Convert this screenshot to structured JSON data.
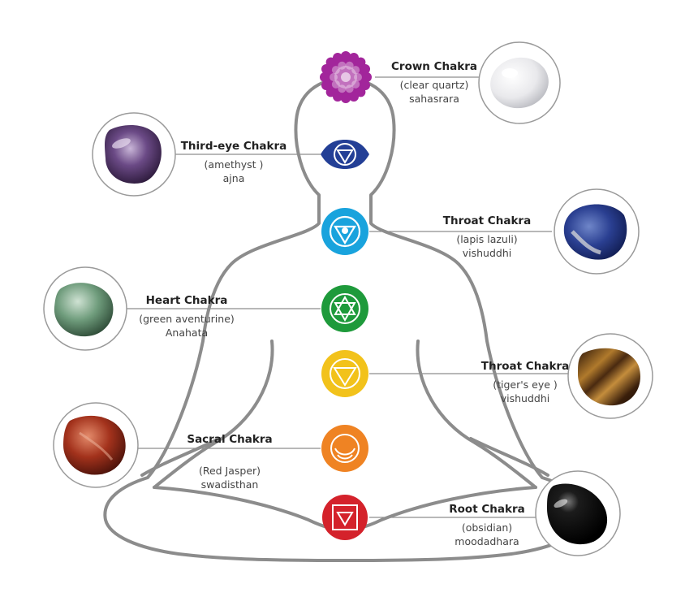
{
  "colors": {
    "crown": "#a2259b",
    "third_eye": "#233f96",
    "throat": "#19a3dd",
    "heart": "#1e9a3b",
    "solar": "#f2c21b",
    "sacral": "#ef8323",
    "root": "#d4222b",
    "outline": "#8c8c8c"
  },
  "chakras": [
    {
      "key": "crown",
      "title": "Crown Chakra",
      "stone": "(clear quartz)",
      "sanskrit": "sahasrara",
      "stone_icon": "clear-quartz-stone"
    },
    {
      "key": "third_eye",
      "title": "Third-eye Chakra",
      "stone": "(amethyst )",
      "sanskrit": "ajna",
      "stone_icon": "amethyst-stone"
    },
    {
      "key": "throat",
      "title": "Throat Chakra",
      "stone": "(lapis lazuli)",
      "sanskrit": "vishuddhi",
      "stone_icon": "lapis-lazuli-stone"
    },
    {
      "key": "heart",
      "title": "Heart Chakra",
      "stone": "(green aventurine)",
      "sanskrit": "Anahata",
      "stone_icon": "green-aventurine-stone"
    },
    {
      "key": "solar",
      "title": "Throat Chakra",
      "stone": "(tiger's eye )",
      "sanskrit": "vishuddhi",
      "stone_icon": "tigers-eye-stone"
    },
    {
      "key": "sacral",
      "title": "Sacral Chakra",
      "stone": "(Red Jasper)",
      "sanskrit": "swadisthan",
      "stone_icon": "red-jasper-stone"
    },
    {
      "key": "root",
      "title": "Root Chakra",
      "stone": "(obsidian)",
      "sanskrit": "moodadhara",
      "stone_icon": "obsidian-stone"
    }
  ]
}
